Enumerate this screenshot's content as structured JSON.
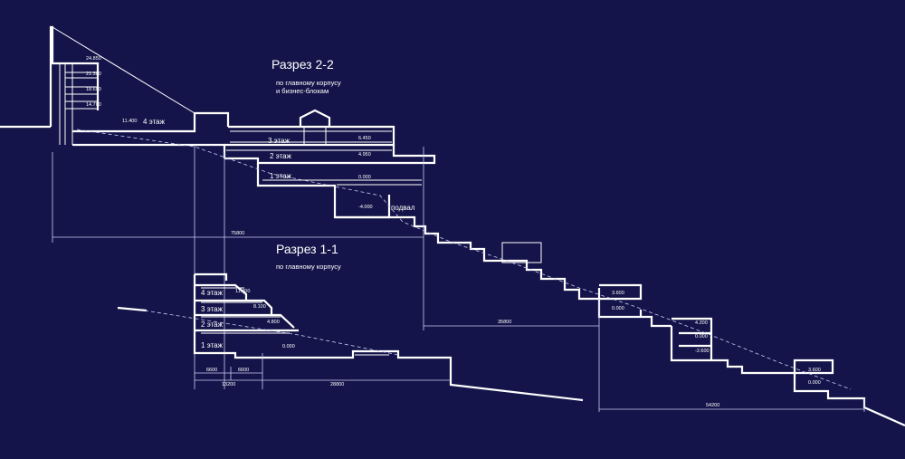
{
  "section_2_2": {
    "title": "Разрез  2-2",
    "subtitle_line1": "по главному корпусу",
    "subtitle_line2": "и бизнес-блокам",
    "floors": [
      "4 этаж",
      "3 этаж",
      "2 этаж",
      "1 этаж",
      "подвал"
    ],
    "level_marks": [
      "24.850",
      "21.300",
      "18.600",
      "14.700",
      "11.400",
      "6.450",
      "4.950",
      "0.000",
      "-4.000"
    ],
    "dimensions": [
      "75800",
      "35800",
      "54200"
    ],
    "lower_block_marks": [
      "3.600",
      "0.000",
      "4.200",
      "0.000",
      "-2.600",
      "3.600",
      "0.000"
    ]
  },
  "section_1_1": {
    "title": "Разрез  1-1",
    "subtitle": "по главному корпусу",
    "floors": [
      "4 этаж",
      "3 этаж",
      "2 этаж",
      "1 этаж"
    ],
    "level_marks": [
      "11.400",
      "8.100",
      "4.800",
      "0.000"
    ],
    "dimensions": [
      "6600",
      "6600",
      "13200",
      "28800"
    ]
  }
}
